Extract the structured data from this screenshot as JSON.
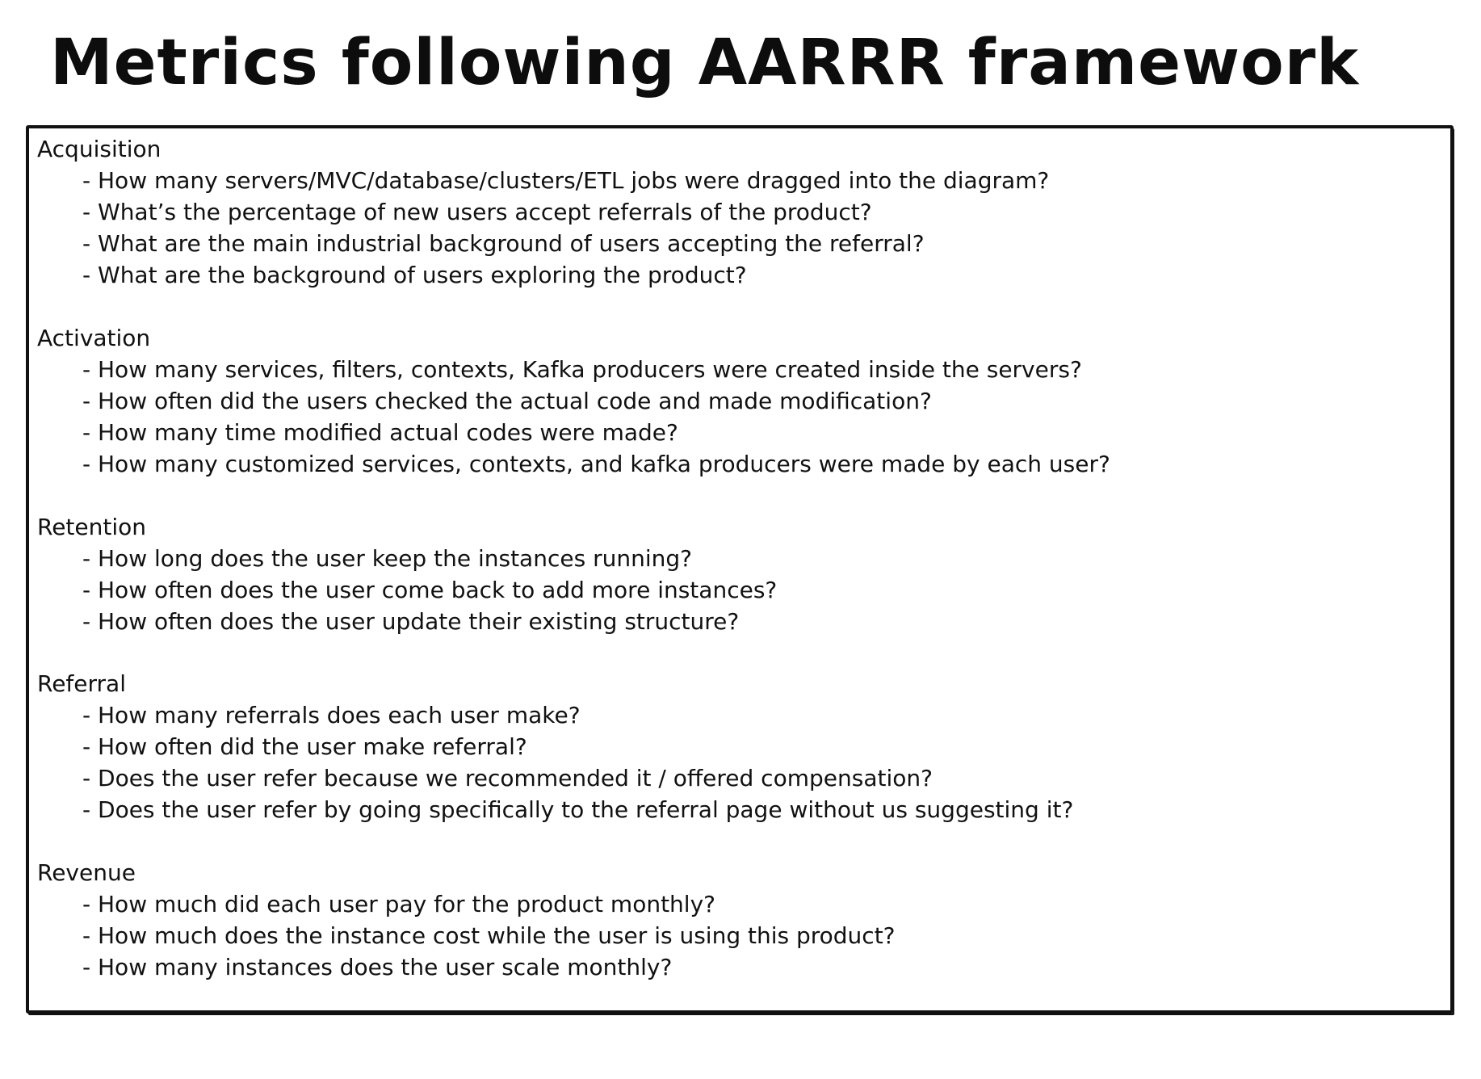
{
  "title": "Metrics following AARRR framework",
  "sections": [
    {
      "heading": "Acquisition",
      "items": [
        "- How many servers/MVC/database/clusters/ETL jobs were dragged into the diagram?",
        "- What’s the percentage of new users accept referrals of the product?",
        "- What are the main industrial background of users accepting the referral?",
        "- What are the background of users exploring the product?"
      ]
    },
    {
      "heading": "Activation",
      "items": [
        "- How many services, filters, contexts, Kafka producers were created inside the servers?",
        "- How often did the users checked the actual code and made modification?",
        "- How many time modified actual codes were made?",
        "- How many customized services, contexts, and kafka producers were made by each user?"
      ]
    },
    {
      "heading": "Retention",
      "items": [
        "- How long does the user keep the instances running?",
        "- How often does the user come back to add more instances?",
        "- How often does the user update their existing structure?"
      ]
    },
    {
      "heading": "Referral",
      "items": [
        "- How many referrals does each user make?",
        "- How often did the user make referral?",
        "- Does the user refer because we recommended it / offered compensation?",
        "- Does the user refer by going specifically to the referral page without us suggesting it?"
      ]
    },
    {
      "heading": "Revenue",
      "items": [
        "- How much did each user pay for the product monthly?",
        "- How much does the instance cost while the user is using this product?",
        "- How many instances does the user scale monthly?"
      ]
    }
  ]
}
